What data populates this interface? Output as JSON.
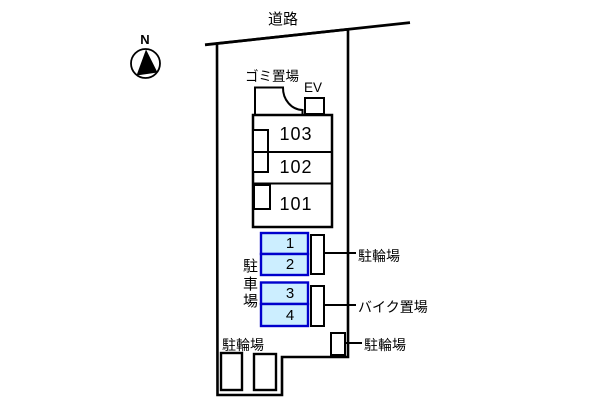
{
  "plan": {
    "road_label": "道路",
    "compass_label": "N",
    "garbage_label": "ゴミ置場",
    "elevator_label": "EV",
    "units": [
      {
        "label": "103"
      },
      {
        "label": "102"
      },
      {
        "label": "101"
      }
    ],
    "parking": {
      "label_chars": [
        "駐",
        "車",
        "場"
      ],
      "spaces": [
        {
          "label": "1"
        },
        {
          "label": "2"
        },
        {
          "label": "3"
        },
        {
          "label": "4"
        }
      ]
    },
    "annotations": {
      "bicycle_right": "駐輪場",
      "bike_area": "バイク置場",
      "bicycle_bottom_right": "駐輪場",
      "bicycle_bottom_left": "駐輪場"
    },
    "colors": {
      "site_fill": "#f0f0f0",
      "building_fill": "#f6efc8",
      "parking_fill": "#cceeff",
      "parking_border": "#0000cc",
      "line": "#000000",
      "shape_fill": "#ffffff"
    }
  }
}
